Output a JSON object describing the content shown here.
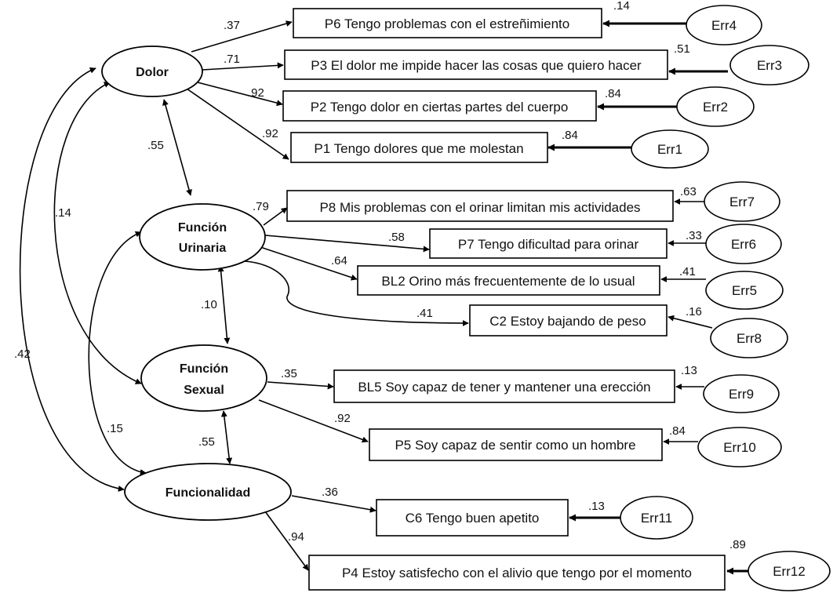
{
  "latents": {
    "dolor": "Dolor",
    "urinaria_1": "Función",
    "urinaria_2": "Urinaria",
    "sexual_1": "Función",
    "sexual_2": "Sexual",
    "funcionalidad": "Funcionalidad"
  },
  "items": {
    "p6": "P6 Tengo problemas con el estreñimiento",
    "p3": "P3 El dolor me impide hacer las cosas que quiero hacer",
    "p2": "P2 Tengo dolor en ciertas partes del cuerpo",
    "p1": "P1 Tengo dolores que me molestan",
    "p8": "P8 Mis problemas con el orinar limitan mis actividades",
    "p7": "P7 Tengo dificultad para orinar",
    "bl2": "BL2 Orino más frecuentemente de lo usual",
    "c2": "C2 Estoy bajando de peso",
    "bl5": "BL5 Soy capaz de tener y mantener una erección",
    "p5": "P5 Soy capaz de sentir como un hombre",
    "c6": "C6 Tengo buen apetito",
    "p4": "P4 Estoy satisfecho con el alivio que tengo por el momento"
  },
  "errors": {
    "err4": "Err4",
    "err3": "Err3",
    "err2": "Err2",
    "err1": "Err1",
    "err7": "Err7",
    "err6": "Err6",
    "err5": "Err5",
    "err8": "Err8",
    "err9": "Err9",
    "err10": "Err10",
    "err11": "Err11",
    "err12": "Err12"
  },
  "loadings": {
    "dolor_p6": ".37",
    "dolor_p3": ".71",
    "dolor_p2": ".92",
    "dolor_p1": ".92",
    "urin_p8": ".79",
    "urin_p7": ".58",
    "urin_bl2": ".64",
    "urin_c2": ".41",
    "sex_bl5": ".35",
    "sex_p5": ".92",
    "func_c6": ".36",
    "func_p4": ".94"
  },
  "error_weights": {
    "err4": ".14",
    "err3": ".51",
    "err2": ".84",
    "err1": ".84",
    "err7": ".63",
    "err6": ".33",
    "err5": ".41",
    "err8": ".16",
    "err9": ".13",
    "err10": ".84",
    "err11": ".13",
    "err12": ".89"
  },
  "correlations": {
    "dolor_urin": ".55",
    "dolor_sex": ".14",
    "dolor_func": ".42",
    "urin_sex": ".10",
    "urin_func": ".15",
    "sex_func": ".55"
  },
  "colors": {
    "stroke": "#000000",
    "background": "#ffffff"
  }
}
